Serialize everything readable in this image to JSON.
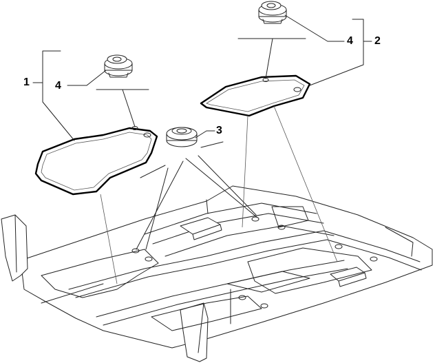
{
  "callouts": {
    "part1": "1",
    "part2": "2",
    "part3": "3",
    "part4_left": "4",
    "part4_right": "4"
  }
}
